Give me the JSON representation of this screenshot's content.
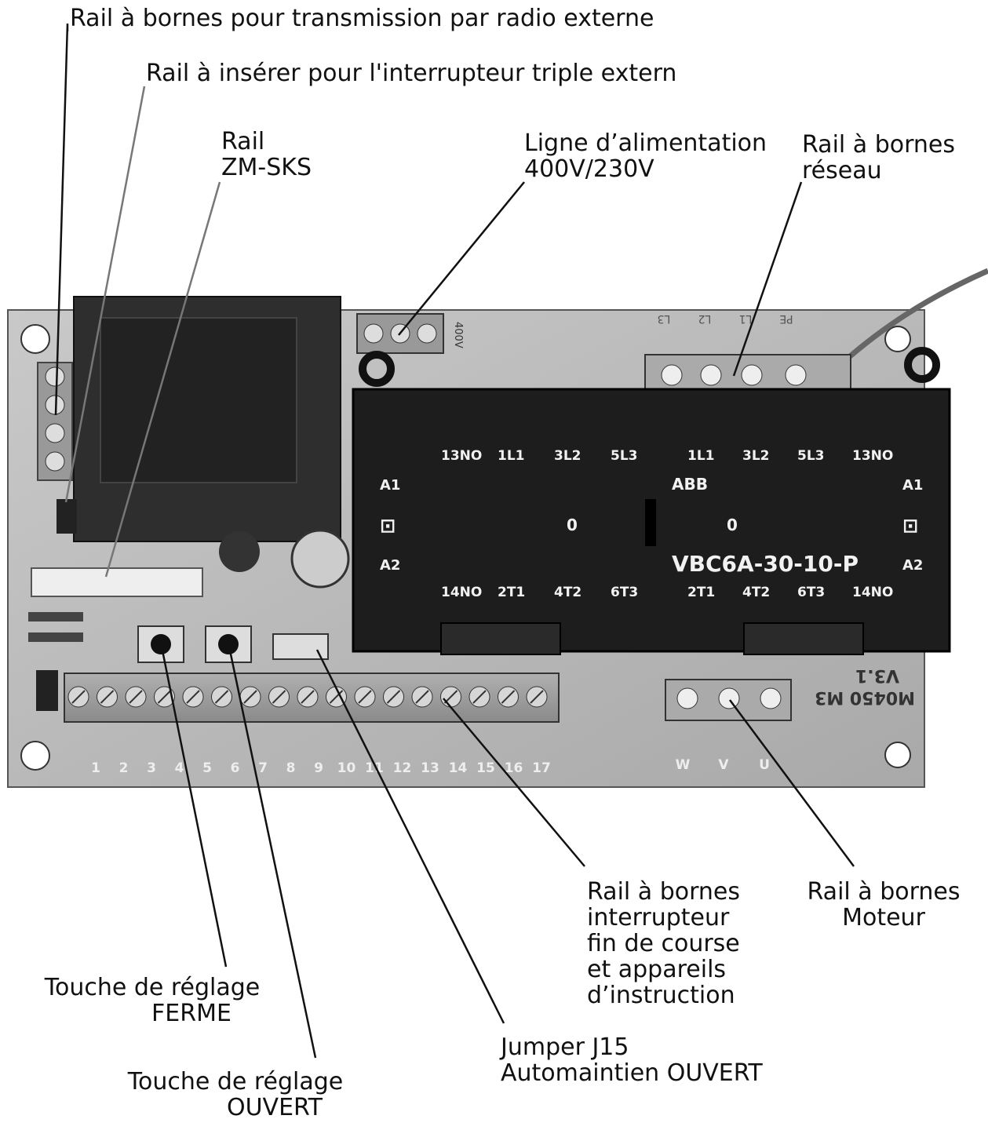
{
  "labels": {
    "radio_terminal": "Rail à bornes pour transmission par radio externe",
    "triple_switch": "Rail à insérer pour l'interrupteur triple extern",
    "zm_sks": [
      "Rail",
      "ZM-SKS"
    ],
    "supply_line": [
      "Ligne d’alimentation",
      "400V/230V"
    ],
    "mains_terminal": [
      "Rail à bornes",
      "réseau"
    ],
    "limit_switch_terminal": [
      "Rail à bornes",
      "interrupteur",
      "fin de course",
      "et appareils",
      "d’instruction"
    ],
    "motor_terminal": [
      "Rail à bornes",
      "Moteur"
    ],
    "close_button": [
      "Touche de réglage",
      "FERME"
    ],
    "open_button": [
      "Touche de réglage",
      "OUVERT"
    ],
    "jumper": [
      "Jumper J15",
      "Automaintien OUVERT"
    ]
  },
  "board": {
    "contactor": {
      "brand": "ABB",
      "model": "VBC6A-30-10-P",
      "top_left_terminals": [
        "13NO",
        "1L1",
        "3L2",
        "5L3"
      ],
      "top_right_terminals": [
        "1L1",
        "3L2",
        "5L3",
        "13NO"
      ],
      "bottom_left_terminals": [
        "14NO",
        "2T1",
        "4T2",
        "6T3"
      ],
      "bottom_right_terminals": [
        "2T1",
        "4T2",
        "6T3",
        "14NO"
      ],
      "coil_top": "A1",
      "coil_bottom": "A2",
      "zero": "0"
    },
    "terminal_numbers": [
      "1",
      "2",
      "3",
      "4",
      "5",
      "6",
      "7",
      "8",
      "9",
      "10",
      "11",
      "12",
      "13",
      "14",
      "15",
      "16",
      "17"
    ],
    "motor_terminals": [
      "W",
      "V",
      "U"
    ],
    "mains_markings": [
      "L3",
      "L2",
      "L1",
      "PE"
    ],
    "supply_marking": "400V",
    "pcb_marking": [
      "M0450 M3",
      "V3.1"
    ]
  },
  "colors": {
    "pcb": "#b4b4b4",
    "contactor": "#1c1c1c",
    "transformer": "#2a2a2a",
    "leader": "#111111"
  }
}
